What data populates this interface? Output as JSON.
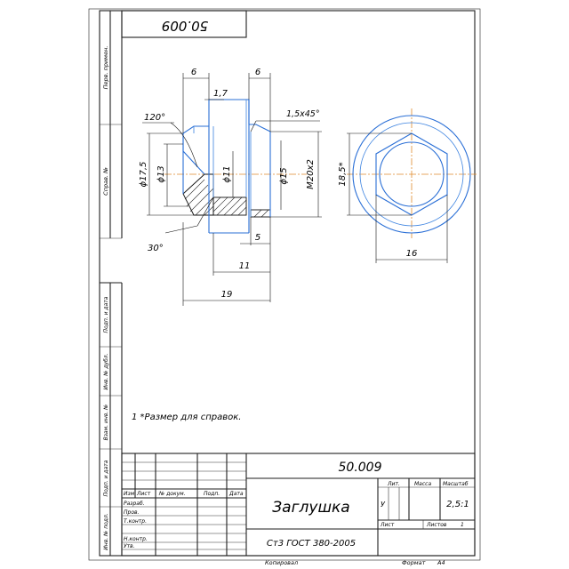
{
  "drawing": {
    "top_code_mirrored": "50.009",
    "labels": {
      "dim_6_left": "6",
      "dim_6_right": "6",
      "dim_1_7": "1,7",
      "dim_chamfer": "1,5x45°",
      "dim_angle_120": "120°",
      "dim_angle_30": "30°",
      "dim_d17_5": "ϕ17,5",
      "dim_d13": "ϕ13",
      "dim_d11": "ϕ11",
      "dim_d15": "ϕ15",
      "dim_thread": "M20x2",
      "dim_18_5": "18,5*",
      "dim_16": "16",
      "dim_5": "5",
      "dim_11": "11",
      "dim_19": "19"
    },
    "note": "1  *Размер для справок."
  },
  "side_stamp": {
    "perv_primen": "Перв. примен.",
    "sprav_no": "Справ. №",
    "podp_data_1": "Подп. и дата",
    "inv_dubl": "Инв. № дубл.",
    "vzam_inv": "Взам. инв. №",
    "podp_data_2": "Подп. и дата",
    "inv_podl": "Инв. № подл."
  },
  "title_block": {
    "designation": "50.009",
    "name": "Заглушка",
    "material": "Ст3 ГОСТ 380-2005",
    "col_headers": {
      "izm": "Изм",
      "list": "Лист",
      "doc_no": "№ докум.",
      "podp": "Подп.",
      "data": "Дата"
    },
    "row_labels": {
      "razrab": "Разраб.",
      "prov": "Пров.",
      "t_kontr": "Т.контр.",
      "n_kontr": "Н.контр.",
      "utv": "Утв."
    },
    "lit_header": "Лит.",
    "massa_header": "Масса",
    "masshtab_header": "Масштаб",
    "lit_value": "У",
    "scale_value": "2,5:1",
    "sheet_label": "Лист",
    "sheets_label": "Листов",
    "sheets_value": "1"
  },
  "footer": {
    "kopiroval": "Копировал",
    "format": "Формат",
    "format_value": "А4"
  }
}
